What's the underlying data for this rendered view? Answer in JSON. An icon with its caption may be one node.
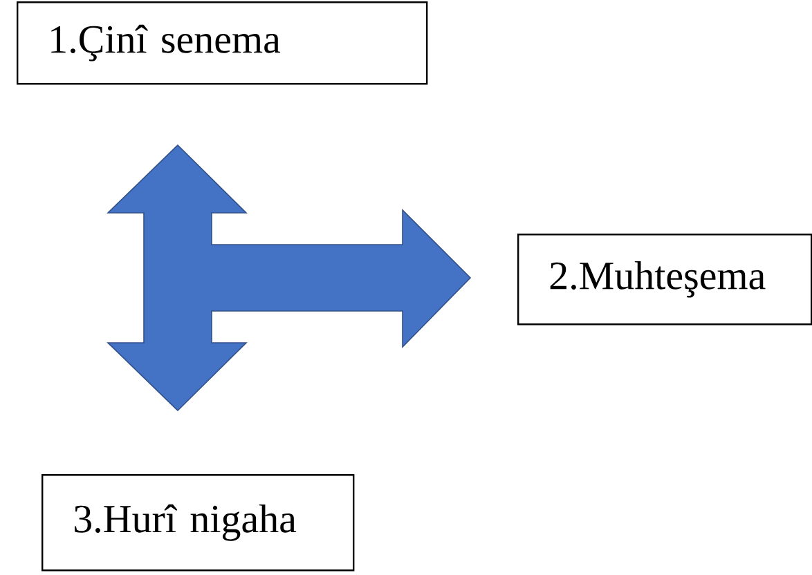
{
  "diagram": {
    "nodes": [
      {
        "text": [
          "1.Çinî senema"
        ]
      },
      {
        "text": [
          "2.Muhteşema"
        ]
      },
      {
        "text": [
          "3.Hurî nigaha"
        ]
      },
      {
        "text": [],
        "shape": "arrow"
      }
    ]
  }
}
